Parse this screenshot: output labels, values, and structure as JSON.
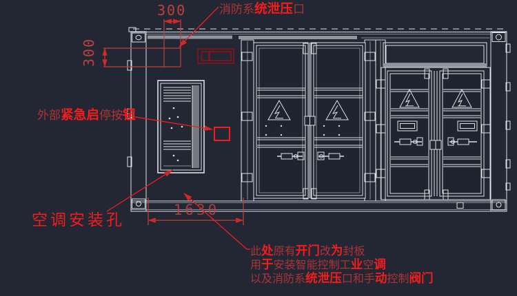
{
  "colors": {
    "bg": "#222733",
    "line": "#dde2e7",
    "gray": "#8f959c",
    "red_bright": "#f21d1d",
    "red_medium": "#c04040",
    "red_thin": "#ad3338",
    "red_dark": "#8c1418"
  },
  "dimensions": {
    "top_width": "300",
    "left_height": "300",
    "bottom_width": "1630"
  },
  "labels": {
    "relief_port": {
      "segments": [
        {
          "text": "消防系",
          "bold": false
        },
        {
          "text": "统泄压",
          "bold": true
        },
        {
          "text": "口",
          "bold": false
        }
      ]
    },
    "emergency_button": {
      "segments": [
        {
          "text": "外部",
          "bold": false
        },
        {
          "text": "紧急",
          "bold": true
        },
        {
          "text": "启",
          "bold": true
        },
        {
          "text": "停按",
          "bold": false
        },
        {
          "text": "钮",
          "bold": true
        }
      ]
    },
    "ac_hole": "空调安装孔"
  },
  "note": {
    "lines": [
      {
        "segments": [
          {
            "text": "此",
            "bold": false
          },
          {
            "text": "处",
            "bold": true
          },
          {
            "text": "原有",
            "bold": false
          },
          {
            "text": "开门",
            "bold": true
          },
          {
            "text": "改",
            "bold": false
          },
          {
            "text": "为",
            "bold": true
          },
          {
            "text": "封板",
            "bold": false
          }
        ]
      },
      {
        "segments": [
          {
            "text": "用",
            "bold": false
          },
          {
            "text": "于",
            "bold": true
          },
          {
            "text": "安装智能控制工",
            "bold": false
          },
          {
            "text": "业",
            "bold": true
          },
          {
            "text": "空",
            "bold": false
          },
          {
            "text": "调",
            "bold": true
          }
        ]
      },
      {
        "segments": [
          {
            "text": "以及消防系",
            "bold": false
          },
          {
            "text": "统泄压",
            "bold": true
          },
          {
            "text": "口和手",
            "bold": false
          },
          {
            "text": "动",
            "bold": true
          },
          {
            "text": "控制",
            "bold": false
          },
          {
            "text": "阀门",
            "bold": true
          }
        ]
      }
    ]
  }
}
